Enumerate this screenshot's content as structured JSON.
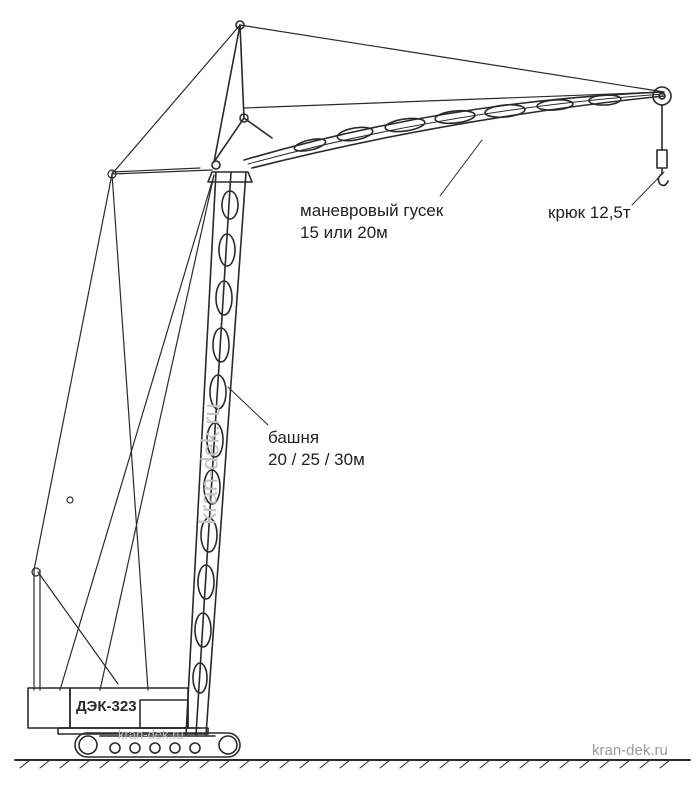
{
  "labels": {
    "jib_line1": "маневровый гусек",
    "jib_line2": "15 или 20м",
    "hook": "крюк 12,5т",
    "tower_line1": "башня",
    "tower_line2": "20 / 25 / 30м",
    "cab_model": "ДЭК-323"
  },
  "watermarks": {
    "vertical": "kran-dek.ru",
    "base": "kran-dek.ru",
    "corner": "kran-dek.ru"
  },
  "colors": {
    "line": "#2a2a2a",
    "watermark": "#bdbdbd"
  }
}
